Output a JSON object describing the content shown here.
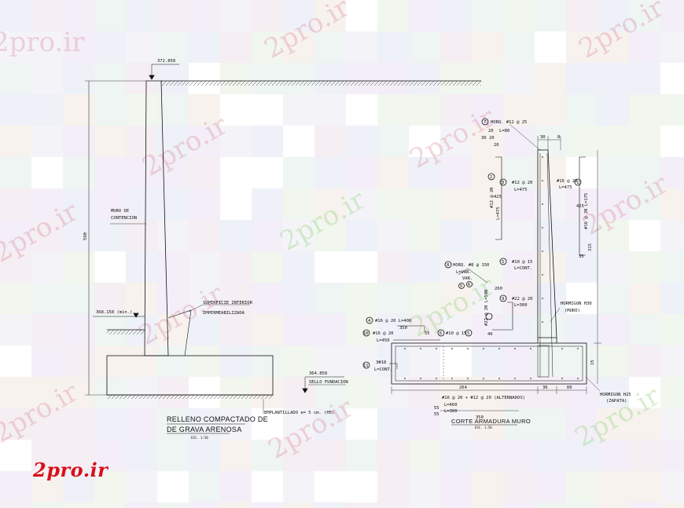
{
  "watermark": {
    "text": "2pro.ir"
  },
  "logo": {
    "text": "2pro.ir"
  },
  "left_section": {
    "top_level": "372.858",
    "height_dim": "590",
    "wall_label_1": "MURO DE",
    "wall_label_2": "CONTENCION",
    "mid_level": "368.158 (min.)",
    "surface_label_1": "SUPERFICIE INTERIOR",
    "surface_label_2": "IMPERMEABILIZADA",
    "base_level": "364.858",
    "seal_label": "SELLO FUNDACION",
    "screed_label": "EMPLANTILLADO e= 5 cm. (H5)",
    "caption_1": "RELLENO COMPACTADO DE",
    "caption_2": "DE GRAVA ARENOSA",
    "scale": "ESC. 1:50"
  },
  "right_section": {
    "r7": "7",
    "r7_text": "HORQ. #12 @ 25",
    "r7_l": "L=80",
    "d20a": "20",
    "d20b": "20",
    "d20c": "20",
    "d30": "30",
    "top_w1": "30",
    "top_w2": "8",
    "r2": "2",
    "r2_rot": "#12 @ 20",
    "r2_rot_l": "L=475",
    "d425a": "425",
    "r3": "3",
    "r3_text": "#12 @ 20",
    "r3_l": "L=475",
    "r1": "1",
    "r1_text": "#16 @ 20",
    "r1_l": "L=475",
    "r1_rot": "#16 @ 20 L=175",
    "d425b": "425",
    "d315": "315",
    "d35a": "35",
    "r8": "8",
    "r8_text": "HORQ. #8 @ 150",
    "r8_l": "L=VAR.",
    "r8_var": "VAR.",
    "r5": "5",
    "r6": "6",
    "r5_text": "#10 @ 15",
    "r5_l": "L=CONT.",
    "d260": "260",
    "r9": "9",
    "r9_text": "#22 @ 20",
    "r9_l": "L=300",
    "r9_rot": "#22 @ 20 L=500",
    "horm_wall_1": "HORMIGON H30",
    "horm_wall_2": "(MURO)",
    "d40": "40",
    "r4": "4",
    "r4_text": "#16 @ 20  L=400",
    "d350a": "350",
    "d55a": "55",
    "r10": "10",
    "r10_text": "#16 @ 20",
    "r10_l": "L=450",
    "r6b_text": "#10 @ 15",
    "r11": "11",
    "r11_text": "3#18",
    "r11_l": "L=CONT.",
    "d264": "264",
    "d36": "36",
    "d60": "60",
    "d15": "15",
    "bottom_bars": "#16 @ 20 + #12 @ 20 (ALTERNADOS)",
    "bottom_l1": "L=660",
    "bottom_l2": "L=300",
    "d55b": "55",
    "d55c": "55",
    "d350b": "350",
    "horm_footing_1": "HORMIGON H25",
    "horm_footing_2": "(ZAPATA)",
    "caption": "CORTE ARMADURA MURO",
    "scale": "ESC. 1:50"
  }
}
